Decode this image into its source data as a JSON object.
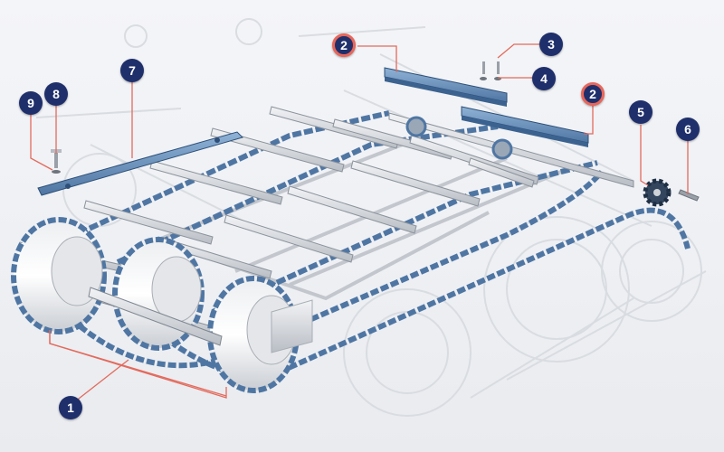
{
  "colors": {
    "callout": "#1f2f6b",
    "highlight": "#e8665a",
    "leader": "#e36a5c",
    "chain": "#5b7fa8",
    "steel": "#c8ccd2",
    "ghost": "#d7dade"
  },
  "callouts": [
    {
      "label": "1",
      "highlighted": false
    },
    {
      "label": "2",
      "highlighted": true
    },
    {
      "label": "3",
      "highlighted": false
    },
    {
      "label": "4",
      "highlighted": false
    },
    {
      "label": "2",
      "highlighted": true
    },
    {
      "label": "5",
      "highlighted": false
    },
    {
      "label": "6",
      "highlighted": false
    },
    {
      "label": "7",
      "highlighted": false
    },
    {
      "label": "8",
      "highlighted": false
    },
    {
      "label": "9",
      "highlighted": false
    }
  ]
}
